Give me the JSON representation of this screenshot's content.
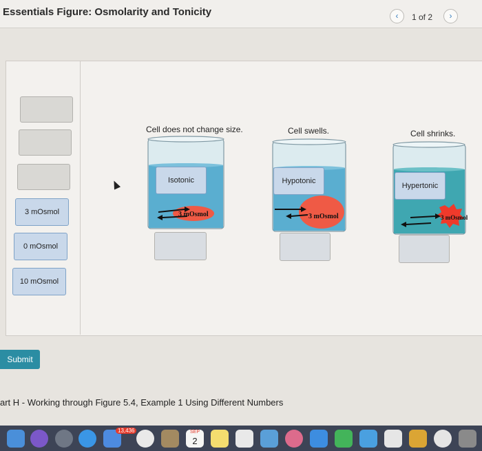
{
  "header": {
    "title": "Essentials Figure: Osmolarity and Tonicity",
    "page_indicator": "1 of 2",
    "prev_icon": "chevron-left-icon",
    "next_icon": "chevron-right-icon"
  },
  "labels": [
    {
      "id": "label-3",
      "text": "3 mOsmol"
    },
    {
      "id": "label-0",
      "text": "0 mOsmol"
    },
    {
      "id": "label-10",
      "text": "10 mOsmol"
    }
  ],
  "beakers": [
    {
      "caption": "Cell does not change size.",
      "solution": "Isotonic",
      "cell_label": "3 mOsmol"
    },
    {
      "caption": "Cell swells.",
      "solution": "Hypotonic",
      "cell_label": "3 mOsmol"
    },
    {
      "caption": "Cell shrinks.",
      "solution": "Hypertonic",
      "cell_label": "3 mOsmol"
    }
  ],
  "submit_label": "Submit",
  "part_h_text": "art H - Working through Figure 5.4, Example 1 Using Different Numbers",
  "dock": {
    "badge_count": "13,436",
    "calendar_month": "SEP",
    "calendar_day": "2"
  },
  "colors": {
    "accent": "#2b8da3",
    "water": "#5aaed0",
    "cell": "#ef5a45",
    "tile": "#c9d8ea"
  }
}
